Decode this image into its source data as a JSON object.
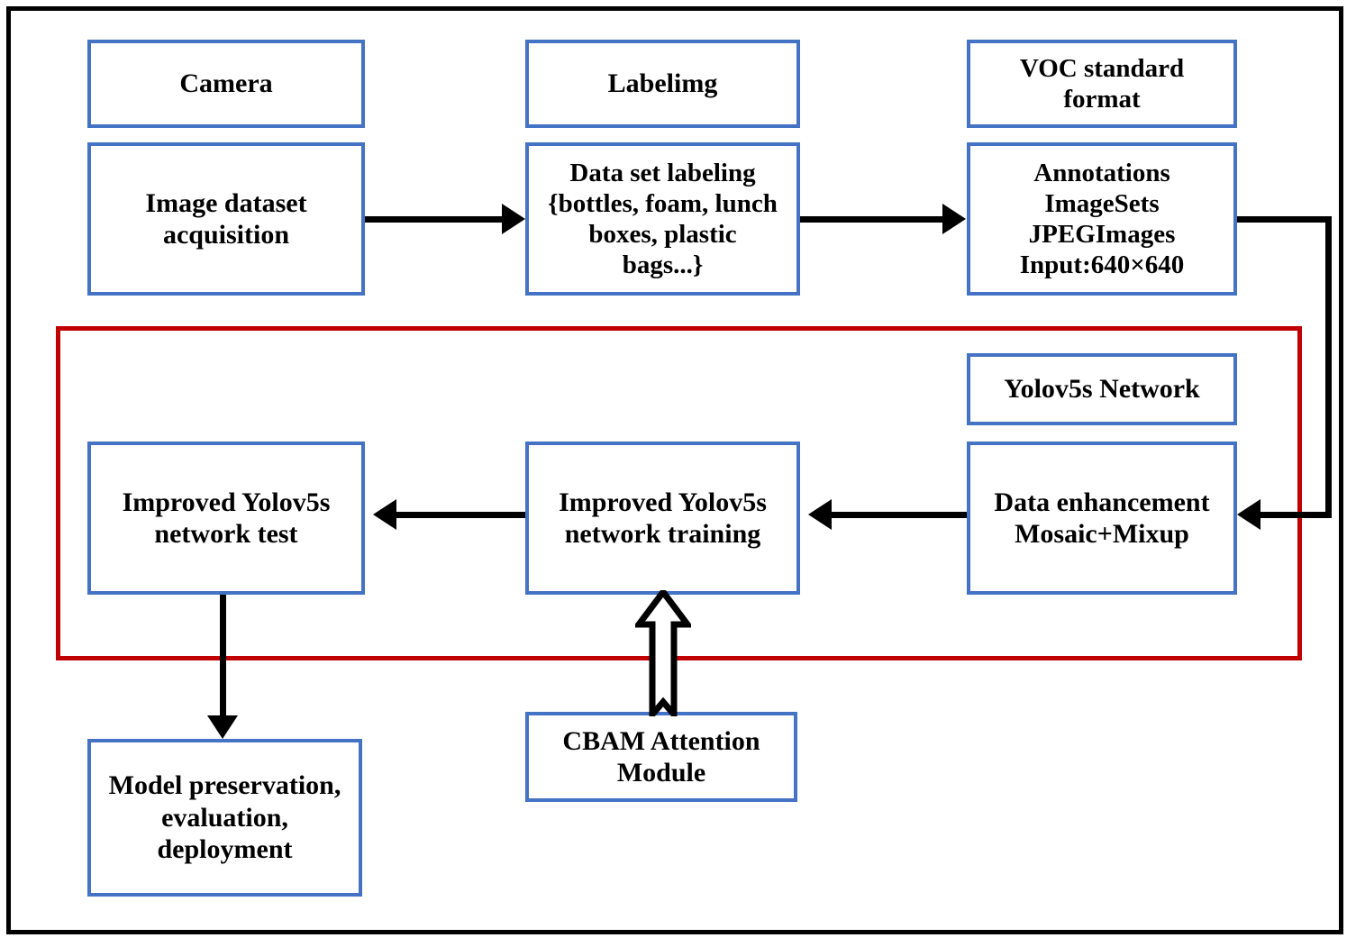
{
  "diagram": {
    "title_visible": false,
    "colors": {
      "box_border": "#4472C4",
      "group_border": "#C00000",
      "frame_border": "#000000",
      "connector": "#000000",
      "background": "#FFFFFF"
    },
    "nodes": {
      "camera": "Camera",
      "image_dataset_acquisition": "Image dataset\nacquisition",
      "labelimg": "Labelimg",
      "data_set_labeling": "Data set labeling\n{bottles, foam, lunch\nboxes, plastic\nbags...}",
      "voc_standard_format": "VOC standard\nformat",
      "annotations": "Annotations\nImageSets\nJPEGImages\nInput:640×640",
      "yolov5s_network": "Yolov5s Network",
      "data_enhancement": "Data enhancement\nMosaic+Mixup",
      "improved_training": "Improved Yolov5s\nnetwork training",
      "improved_test": "Improved Yolov5s\nnetwork test",
      "cbam_attention_module": "CBAM Attention\nModule",
      "model_preservation": "Model preservation,\nevaluation,\ndeployment"
    },
    "connections": [
      {
        "from": "image_dataset_acquisition",
        "to": "data_set_labeling",
        "style": "solid-arrow",
        "direction": "right"
      },
      {
        "from": "data_set_labeling",
        "to": "annotations",
        "style": "solid-arrow",
        "direction": "right"
      },
      {
        "from": "annotations",
        "to": "data_enhancement",
        "style": "solid-arrow-routed",
        "direction": "left"
      },
      {
        "from": "data_enhancement",
        "to": "improved_training",
        "style": "solid-arrow",
        "direction": "left"
      },
      {
        "from": "improved_training",
        "to": "improved_test",
        "style": "solid-arrow",
        "direction": "left"
      },
      {
        "from": "improved_test",
        "to": "model_preservation",
        "style": "solid-arrow",
        "direction": "down"
      },
      {
        "from": "cbam_attention_module",
        "to": "improved_training",
        "style": "hollow-block-arrow",
        "direction": "up"
      }
    ]
  }
}
